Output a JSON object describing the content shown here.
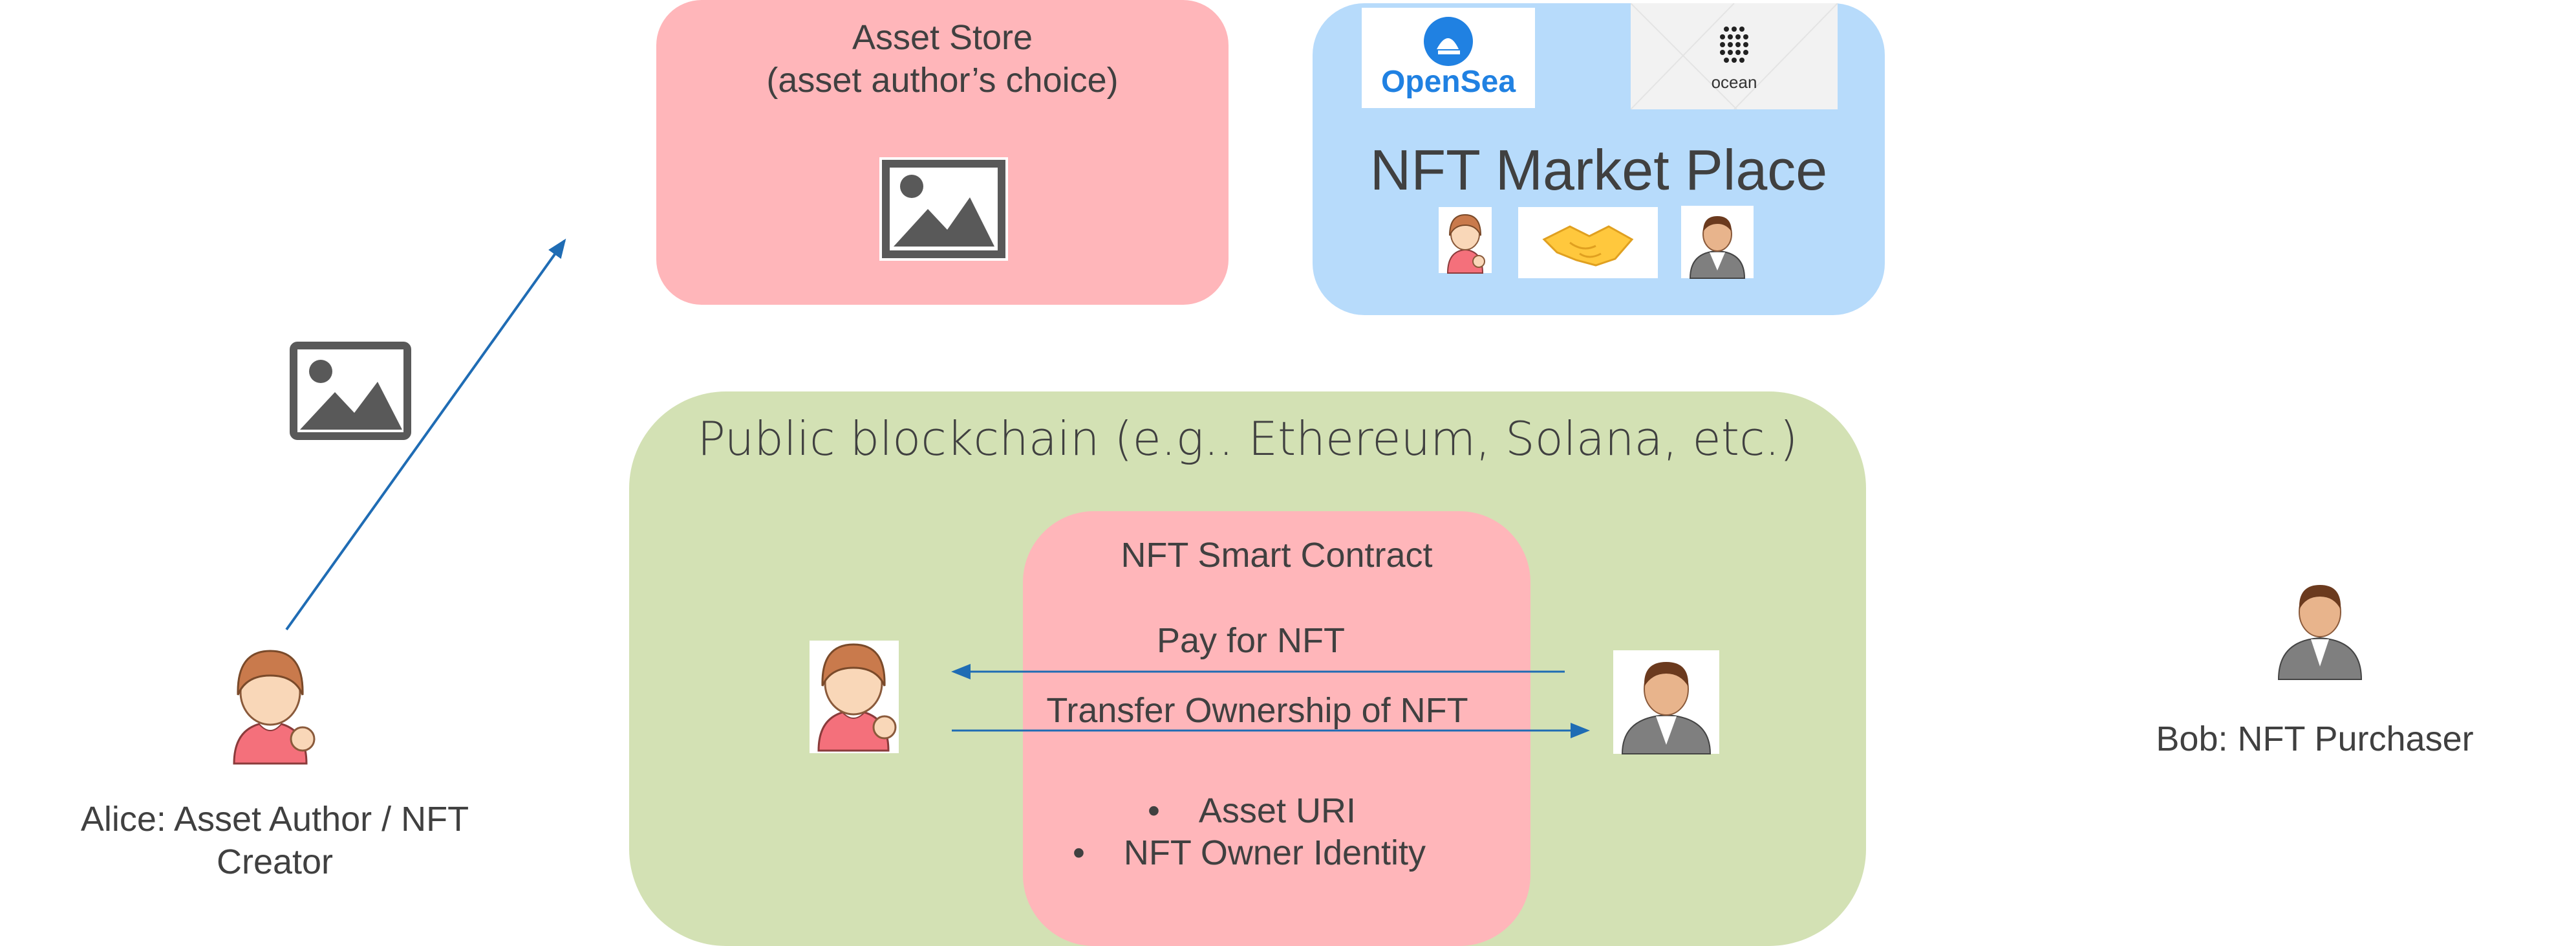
{
  "colors": {
    "asset_store_fill": "#FFB6BA",
    "marketplace_fill": "#B7DBFB",
    "blockchain_fill": "#D3E1B4",
    "contract_fill": "#FFB6BA",
    "arrow": "#1F6CB4",
    "text": "#404040",
    "icon_gray": "#595959"
  },
  "asset_store": {
    "title": "Asset Store",
    "subtitle": "(asset author’s choice)",
    "icon": "image-icon"
  },
  "marketplace": {
    "title": "NFT Market Place",
    "logos": [
      {
        "icon": "opensea-logo",
        "text": "OpenSea"
      },
      {
        "icon": "ocean-logo",
        "text": "ocean"
      }
    ],
    "icons": [
      "alice-avatar-icon",
      "handshake-icon",
      "bob-avatar-icon"
    ]
  },
  "blockchain": {
    "title": "Public blockchain (e.g.. Ethereum, Solana, etc.)"
  },
  "contract": {
    "title": "NFT Smart Contract",
    "pay_label": "Pay for NFT",
    "transfer_label": "Transfer Ownership of NFT",
    "bullets": [
      "Asset URI",
      "NFT Owner Identity"
    ]
  },
  "actors": {
    "alice": {
      "label_line1": "Alice: Asset Author / NFT",
      "label_line2": "Creator",
      "icon": "alice-avatar-icon"
    },
    "bob": {
      "label": "Bob: NFT Purchaser",
      "icon": "bob-avatar-icon"
    }
  },
  "floating_image_icon": "image-icon"
}
